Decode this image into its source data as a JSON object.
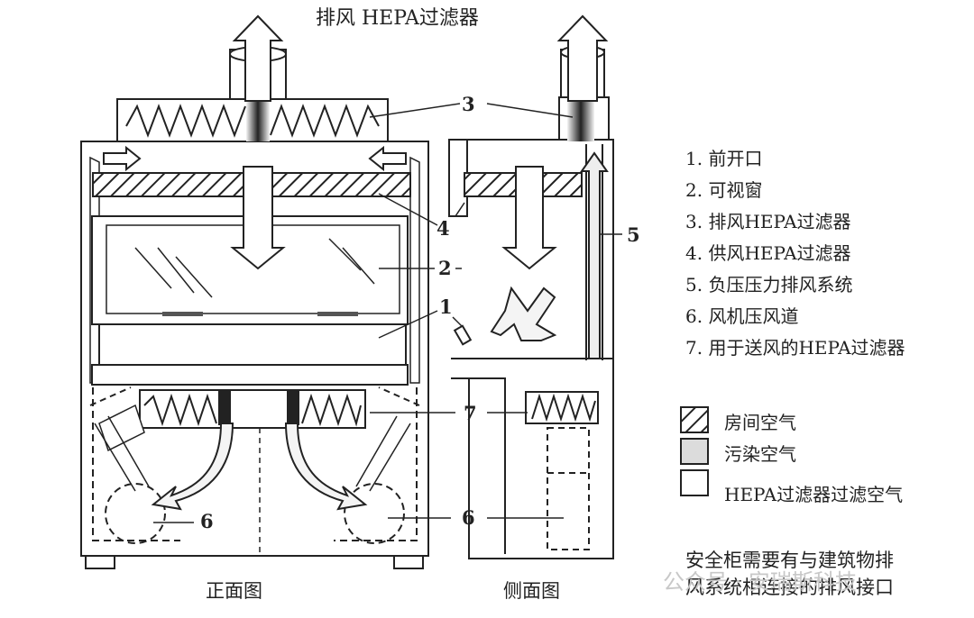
{
  "title": "排风 HEPA过滤器",
  "views": {
    "front": "正面图",
    "side": "侧面图"
  },
  "callouts": [
    "1",
    "2",
    "3",
    "4",
    "5",
    "6",
    "7"
  ],
  "legend": [
    "1. 前开口",
    "2. 可视窗",
    "3. 排风HEPA过滤器",
    "4. 供风HEPA过滤器",
    "5. 负压压力排风系统",
    "6. 风机压风道",
    "7. 用于送风的HEPA过滤器"
  ],
  "key": [
    {
      "label": "房间空气",
      "fill": "hatched"
    },
    {
      "label": "污染空气",
      "fill": "#d9d9d9"
    },
    {
      "label": "HEPA过滤器过滤空气",
      "fill": "#ffffff"
    }
  ],
  "note": [
    "安全柜需要有与建筑物排",
    "风系统相连接的排风接口"
  ],
  "watermark": "公众号 · 安瑞斯科技"
}
